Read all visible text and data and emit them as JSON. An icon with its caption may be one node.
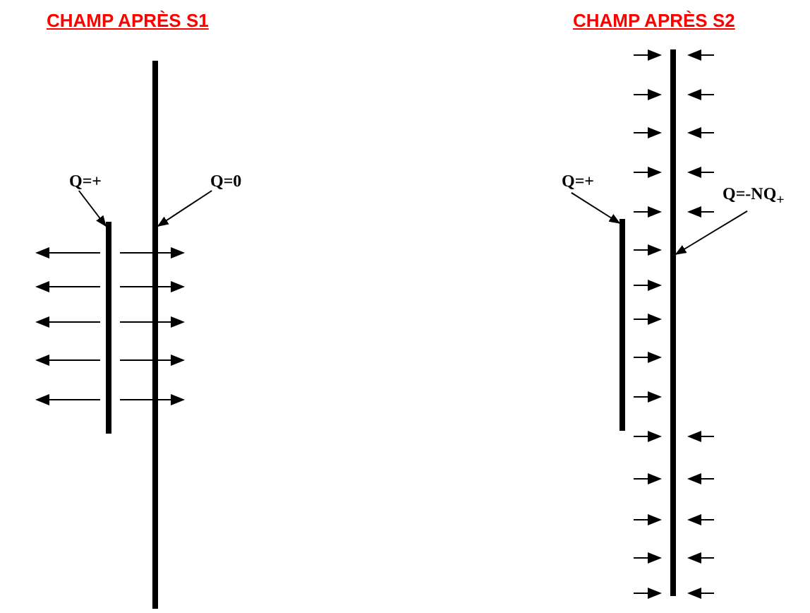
{
  "diagram": {
    "nodes": [
      {
        "text": [
          "Q=+"
        ]
      },
      {
        "text": [],
        "shape": "bar"
      },
      {
        "text": [
          "Q=0"
        ]
      },
      {
        "text": [],
        "shape": "bar"
      },
      {
        "text": [
          "Q=+"
        ]
      },
      {
        "text": [],
        "shape": "bar"
      },
      {
        "text": [
          "Q=-NQ$_{+}$"
        ]
      },
      {
        "text": [],
        "shape": "bar"
      }
    ],
    "edges": [
      {
        "from": 0,
        "to": 1,
        "arrow": "to"
      },
      {
        "from": 2,
        "to": 3,
        "arrow": "to"
      },
      {
        "from": 4,
        "to": 5,
        "arrow": "to"
      },
      {
        "from": 6,
        "to": 7,
        "arrow": "to"
      }
    ],
    "labels": [
      "CHAMP APRÈS S1",
      "CHAMP APRÈS S2"
    ]
  }
}
